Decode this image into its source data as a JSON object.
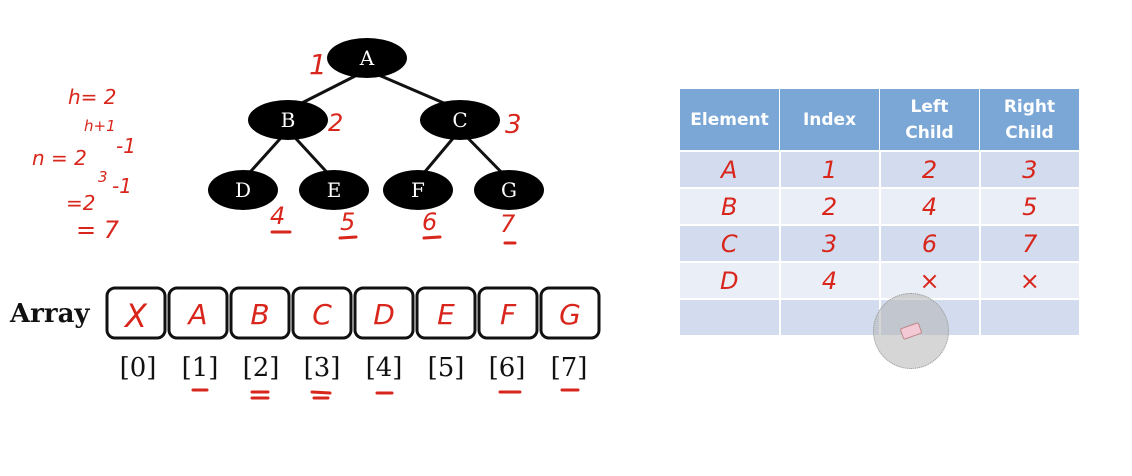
{
  "tree": {
    "nodes": [
      {
        "key": "A",
        "annot": "1"
      },
      {
        "key": "B",
        "annot": "2"
      },
      {
        "key": "C",
        "annot": "3"
      },
      {
        "key": "D",
        "annot": "4"
      },
      {
        "key": "E",
        "annot": "5"
      },
      {
        "key": "F",
        "annot": "6"
      },
      {
        "key": "G",
        "annot": "7"
      }
    ]
  },
  "formula": {
    "line1": "h= 2",
    "line2": "n = 2",
    "line2_exp": "h+1",
    "line2_tail": "-1",
    "line3": "=2",
    "line3_exp": "3",
    "line3_tail": "-1",
    "line4": "= 7"
  },
  "array": {
    "title": "Array",
    "cells": [
      "X",
      "A",
      "B",
      "C",
      "D",
      "E",
      "F",
      "G"
    ],
    "indices": [
      "[0]",
      "[1]",
      "[2]",
      "[3]",
      "[4]",
      "[5]",
      "[6]",
      "[7]"
    ]
  },
  "table": {
    "headers": [
      "Element",
      "Index",
      "Left\nChild",
      "Right\nChild"
    ],
    "rows": [
      [
        "A",
        "1",
        "2",
        "3"
      ],
      [
        "B",
        "2",
        "4",
        "5"
      ],
      [
        "C",
        "3",
        "6",
        "7"
      ],
      [
        "D",
        "4",
        "×",
        "×"
      ],
      [
        "",
        "",
        "",
        ""
      ]
    ]
  },
  "colors": {
    "ink": "#d9261c",
    "header_blue": "#7ba7d6",
    "node_fill": "#000000"
  }
}
